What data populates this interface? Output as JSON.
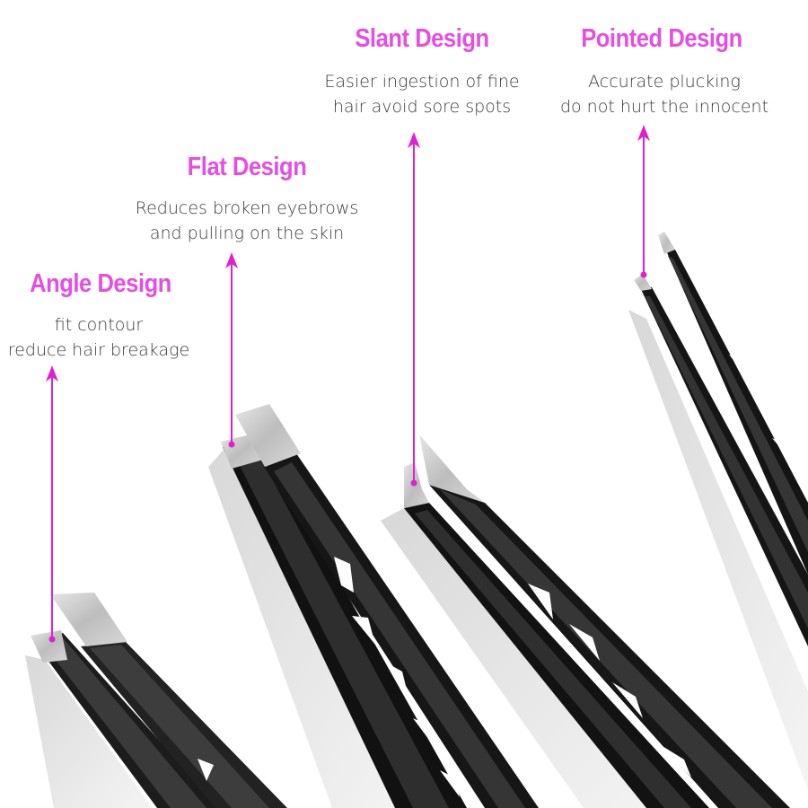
{
  "accent_color": "#e54ee0",
  "arrow_color": "#e020d0",
  "callouts": [
    {
      "title": "Angle Design",
      "lines": [
        "fit contour",
        "reduce hair breakage"
      ]
    },
    {
      "title": "Flat Design",
      "lines": [
        "Reduces broken eyebrows",
        "and pulling on the skin"
      ]
    },
    {
      "title": "Slant Design",
      "lines": [
        "Easier ingestion of fine",
        "hair avoid sore spots"
      ]
    },
    {
      "title": "Pointed Design",
      "lines": [
        "Accurate plucking",
        "do not hurt the innocent"
      ]
    }
  ],
  "products": [
    {
      "name": "angle-tweezer",
      "tip": "angled"
    },
    {
      "name": "flat-tweezer",
      "tip": "flat"
    },
    {
      "name": "slant-tweezer",
      "tip": "slant"
    },
    {
      "name": "pointed-tweezer",
      "tip": "pointed"
    }
  ]
}
